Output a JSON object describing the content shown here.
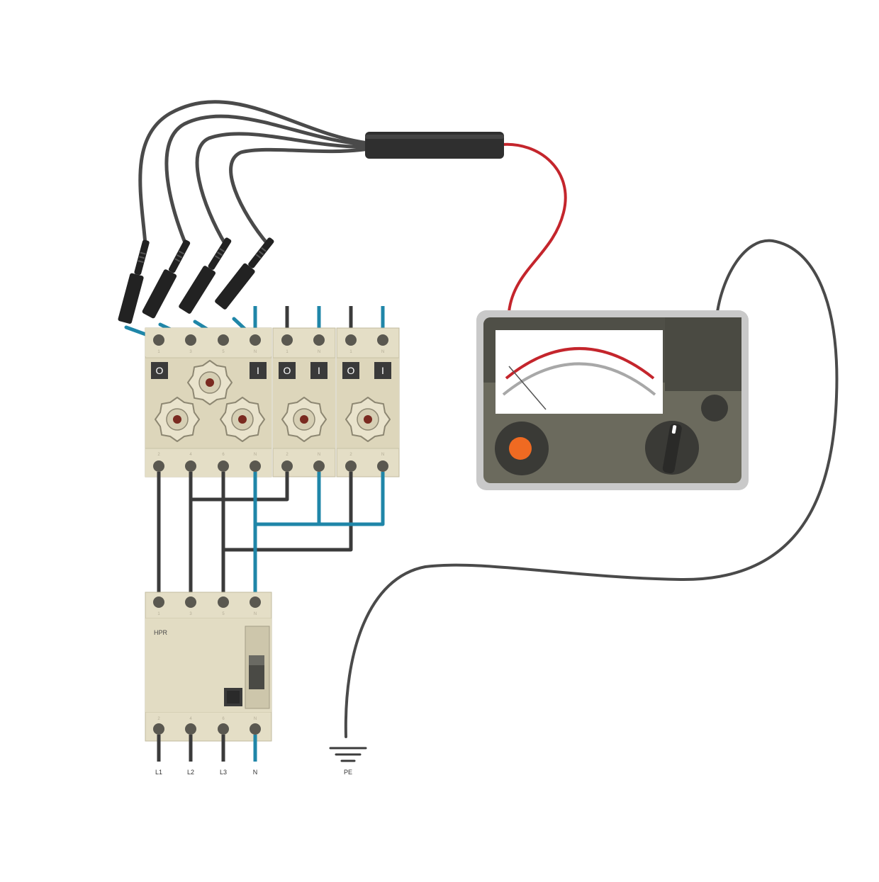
{
  "colors": {
    "background": "#ffffff",
    "wire_dark": "#3b3b3b",
    "wire_neutral": "#1f86a8",
    "wire_probe_red": "#c4252c",
    "cable_gray": "#4a4a4a",
    "module_body": "#e4dec6",
    "module_shade": "#d2cbb0",
    "module_dark_band": "#cfc8ac",
    "meter_body": "#6b6a5d",
    "meter_frame": "#c9c9c9",
    "meter_dark": "#4f4f47",
    "dial_scale_red": "#c4252c",
    "dial_scale_gray": "#a8a8a8",
    "knob_orange": "#ef6a22"
  },
  "breakers": {
    "three_pole_terminal_labels_top": [
      "1",
      "3",
      "5",
      "N"
    ],
    "three_pole_terminal_labels_bottom": [
      "2",
      "4",
      "6",
      "N"
    ],
    "single_pole_a_terminal_labels_top": [
      "1",
      "N"
    ],
    "single_pole_a_terminal_labels_bottom": [
      "2",
      "N"
    ],
    "single_pole_b_terminal_labels_top": [
      "1",
      "N"
    ],
    "single_pole_b_terminal_labels_bottom": [
      "2",
      "N"
    ],
    "switch_off_symbol": "O",
    "switch_on_symbol": "I"
  },
  "rcd": {
    "label": "HPR",
    "terminal_labels_top": [
      "1",
      "3",
      "5",
      "N"
    ],
    "terminal_labels_bottom": [
      "2",
      "4",
      "6",
      "N"
    ]
  },
  "supply_labels": [
    "L1",
    "L2",
    "L3",
    "N"
  ],
  "earth_label": "PE",
  "icons": {
    "earth_symbol": "ground-icon",
    "probe_connector": "test-probe-icon",
    "insulation_meter": "analog-meter-icon",
    "selector_knob": "rotary-knob-icon"
  }
}
